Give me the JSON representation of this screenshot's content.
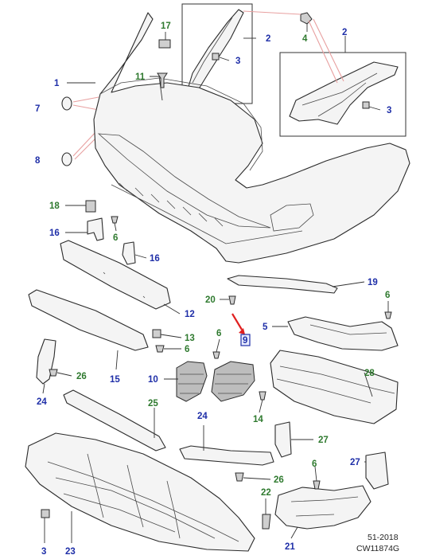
{
  "callouts": {
    "c1": "1",
    "c2a": "2",
    "c2b": "2",
    "c3a": "3",
    "c3b": "3",
    "c3c": "3",
    "c4": "4",
    "c5": "5",
    "c6a": "6",
    "c6b": "6",
    "c6c": "6",
    "c6d": "6",
    "c6e": "6",
    "c7": "7",
    "c8": "8",
    "c9": "9",
    "c10": "10",
    "c11": "11",
    "c12": "12",
    "c13": "13",
    "c14": "14",
    "c15": "15",
    "c16a": "16",
    "c16b": "16",
    "c17": "17",
    "c18": "18",
    "c19": "19",
    "c20": "20",
    "c21": "21",
    "c22": "22",
    "c23": "23",
    "c24a": "24",
    "c24b": "24",
    "c25": "25",
    "c26a": "26",
    "c26b": "26",
    "c27a": "27",
    "c27b": "27",
    "c28": "28"
  },
  "footer": {
    "ref_code": "51-2018",
    "image_id": "CW11874G"
  },
  "colors": {
    "blue_callout": "#1f2fa8",
    "green_callout": "#2f7a2f",
    "highlight_arrow": "#e02020",
    "detail_leader": "#e8a0a0"
  }
}
